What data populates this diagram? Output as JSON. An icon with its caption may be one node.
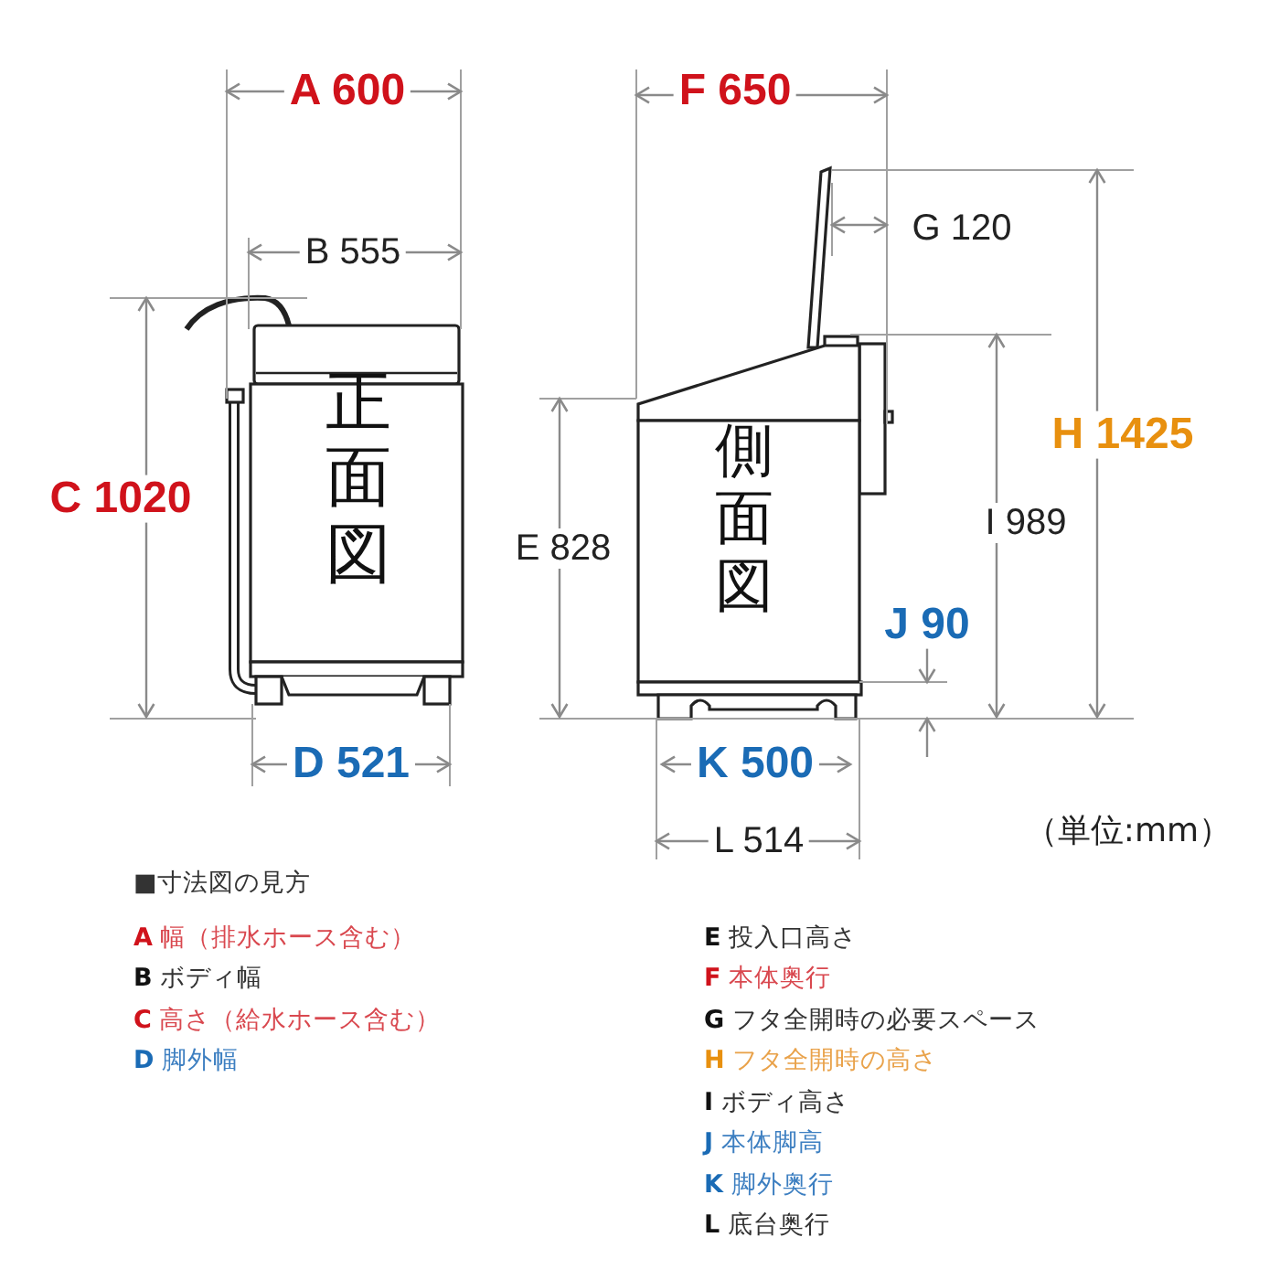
{
  "diagram": {
    "nodes": [
      {
        "text": [
          "正面図"
        ]
      },
      {
        "text": [
          "側面図"
        ]
      }
    ],
    "labels": [
      "A 600",
      "B 555",
      "C 1020",
      "D 521",
      "F 650",
      "G 120",
      "E 828",
      "H 1425",
      "I 989",
      "J 90",
      "K 500",
      "L 514",
      "（単位:mm）",
      "■寸法図の見方",
      "**A** 幅（排水ホース含む）",
      "**B** ボディ幅",
      "**C** 高さ（給水ホース含む）",
      "**D** 脚外幅",
      "**E** 投入口高さ",
      "**F** 本体奥行",
      "**G** フタ全開時の必要スペース",
      "**H** フタ全開時の高さ",
      "**I** ボディ高さ",
      "**J** 本体脚高",
      "**K** 脚外奥行",
      "**L** 底台奥行"
    ]
  }
}
